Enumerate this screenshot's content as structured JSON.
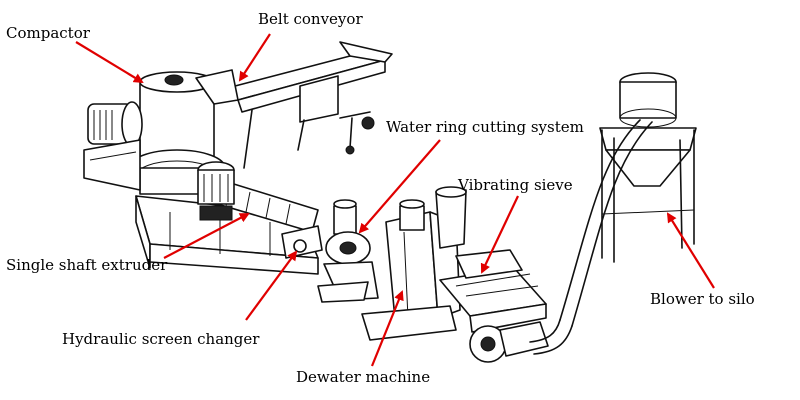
{
  "labels": {
    "compactor": "Compactor",
    "belt_conveyor": "Belt conveyor",
    "water_ring": "Water ring cutting system",
    "vibrating_sieve": "Vibrating sieve",
    "single_shaft_extruder": "Single shaft extruder",
    "blower_to_silo": "Blower to silo",
    "hydraulic_screen_changer": "Hydraulic screen changer",
    "dewater_machine": "Dewater machine"
  },
  "colors": {
    "arrow": "#e00000",
    "line": "#111111"
  }
}
